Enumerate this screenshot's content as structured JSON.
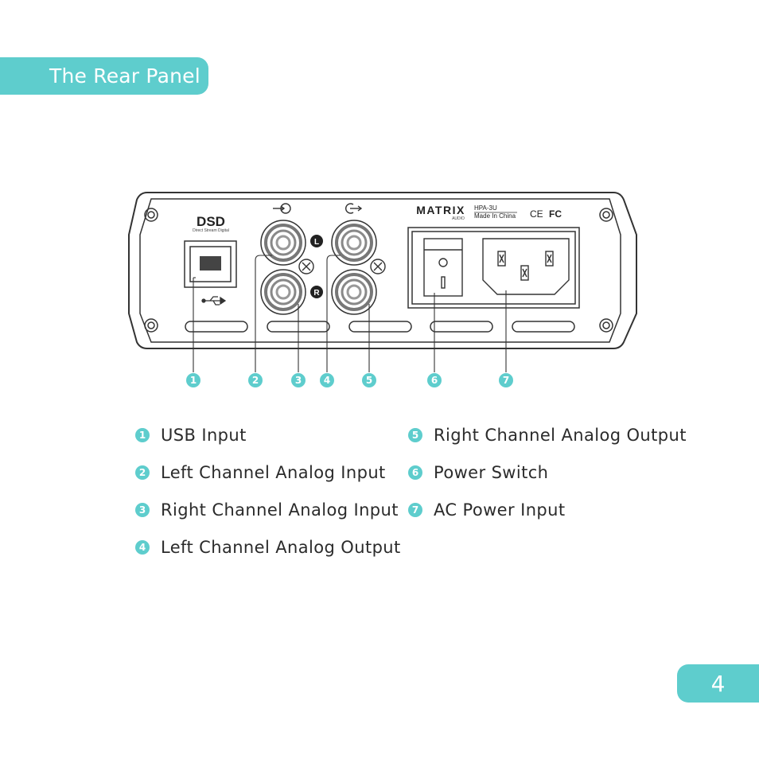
{
  "section_title": "The Rear Panel",
  "page_number": "4",
  "panel": {
    "dsd_logo": "DSD",
    "dsd_subtitle": "Direct Stream Digital",
    "brand": "MATRIX",
    "brand_sub": "AUDIO",
    "model": "HPA-3U",
    "made_in": "Made In China",
    "cert_ce": "CE",
    "cert_fc": "FC",
    "left_marker": "L",
    "right_marker": "R"
  },
  "callouts": [
    "1",
    "2",
    "3",
    "4",
    "5",
    "6",
    "7"
  ],
  "legend": [
    {
      "num": "1",
      "label": "USB Input"
    },
    {
      "num": "2",
      "label": "Left Channel Analog Input"
    },
    {
      "num": "3",
      "label": "Right Channel Analog Input"
    },
    {
      "num": "4",
      "label": "Left Channel Analog Output"
    },
    {
      "num": "5",
      "label": "Right Channel Analog Output"
    },
    {
      "num": "6",
      "label": "Power Switch"
    },
    {
      "num": "7",
      "label": "AC Power Input"
    }
  ],
  "colors": {
    "accent": "#5ecdcd",
    "line": "#333333"
  }
}
